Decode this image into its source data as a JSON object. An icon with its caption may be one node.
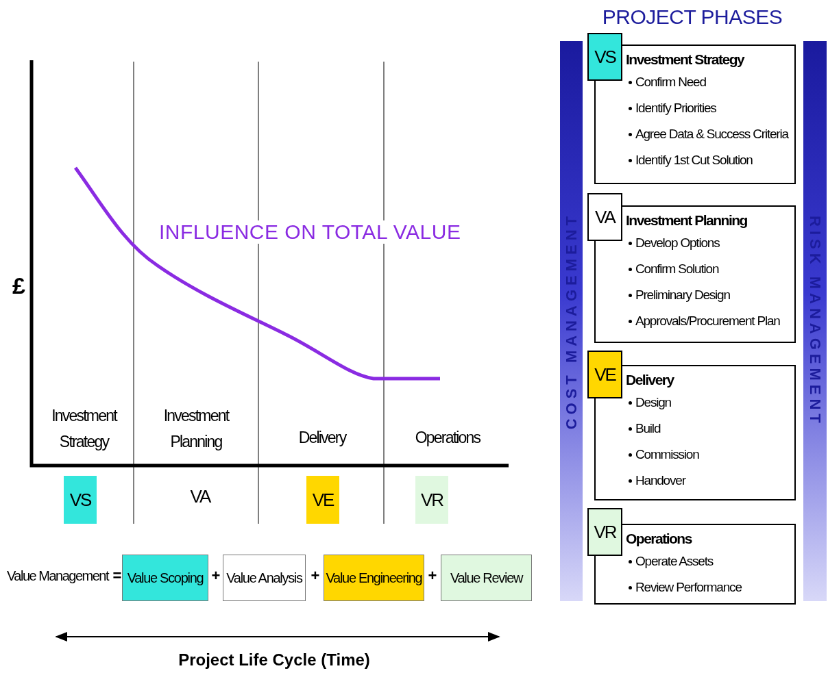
{
  "diagram": {
    "title": "PROJECT PHASES",
    "nodes": [
      {
        "text": [
          "VS"
        ]
      },
      {
        "text": [
          "VE"
        ]
      },
      {
        "text": [
          "VR"
        ]
      },
      {
        "text": [
          "Value Scoping"
        ]
      },
      {
        "text": [
          "Value Analysis"
        ]
      },
      {
        "text": [
          "Value Engineering"
        ]
      },
      {
        "text": [
          "Value Review"
        ]
      },
      {
        "text": [
          "COST MANAGEMENT"
        ]
      },
      {
        "text": [
          "VS"
        ]
      },
      {
        "text": [
          "Investment Strategy",
          "Confirm Need",
          "Identify Priorities",
          "Agree Data & Success Criteria",
          "Identify 1st Cut Solution"
        ]
      },
      {
        "text": [
          "VA"
        ]
      },
      {
        "text": [
          "Investment Planning",
          "Develop Options",
          "Confirm Solution",
          "Preliminary Design",
          "Approvals/Procurement Plan"
        ]
      },
      {
        "text": [
          "VE"
        ]
      },
      {
        "text": [
          "Delivery",
          "Design",
          "Build",
          "Commission",
          "Handover"
        ]
      },
      {
        "text": [
          "VR"
        ]
      },
      {
        "text": [
          "Operations",
          "Operate Assets",
          "Review Performance"
        ]
      },
      {
        "text": [
          "RISK MANAGEMENT"
        ]
      }
    ],
    "edges": [],
    "labels": [
      "£",
      "INFLUENCE ON TOTAL VALUE",
      "Investment Strategy",
      "Investment Planning",
      "Delivery",
      "Operations",
      "VA",
      "Value Management",
      "=",
      "+",
      "+",
      "+",
      "Project Life Cycle (Time)"
    ]
  }
}
